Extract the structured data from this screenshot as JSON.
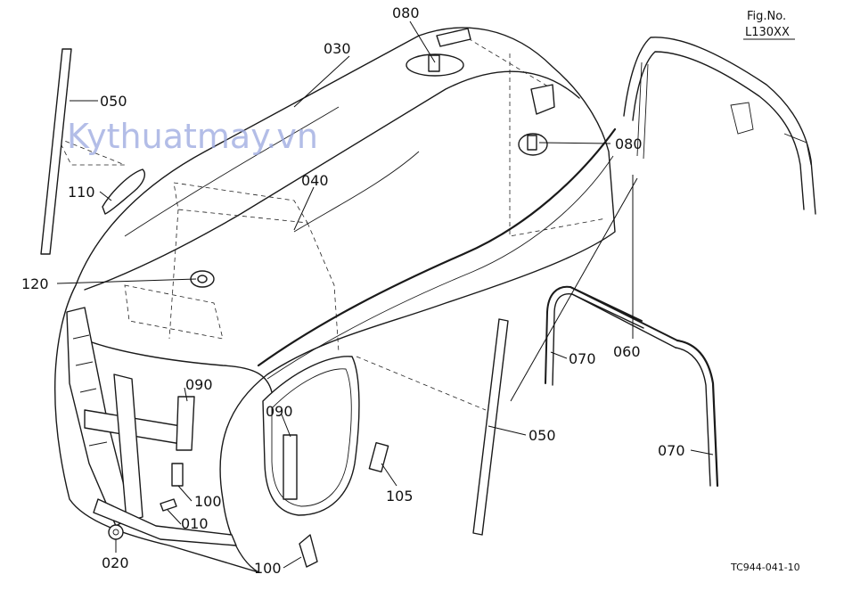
{
  "watermark": "Kythuatmay.vn",
  "figure": {
    "label": "Fig.No.",
    "number": "L130XX"
  },
  "drawing_code": "TC944-041-10",
  "callouts": {
    "c080_top": "080",
    "c030": "030",
    "c050_left": "050",
    "c110": "110",
    "c040": "040",
    "c120": "120",
    "c080_right": "080",
    "c090_left": "090",
    "c090_mid": "090",
    "c070_mid": "070",
    "c060": "060",
    "c050_right": "050",
    "c105": "105",
    "c100_left": "100",
    "c010": "010",
    "c020": "020",
    "c100_bottom": "100",
    "c070_right": "070"
  }
}
